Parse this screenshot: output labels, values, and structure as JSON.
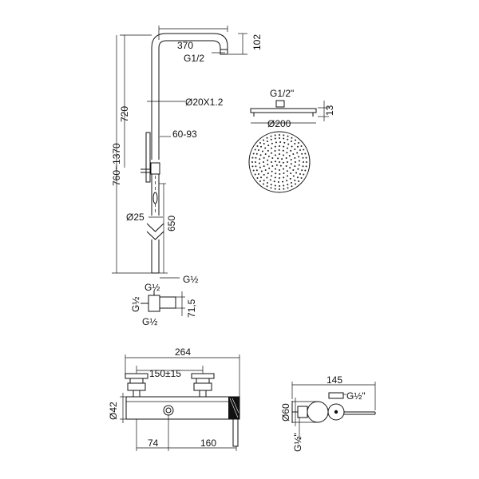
{
  "drawing": {
    "dimensions": {
      "arm_width": "370",
      "arm_drop": "102",
      "outlet_thread": "G1/2",
      "pipe_diameter": "Ø20X1.2",
      "pipe_upper_length": "720",
      "bracket_range": "60-93",
      "total_height": "760~1370",
      "lower_pipe_diameter": "Ø25",
      "lower_pipe_length": "650",
      "base_thread": "G½",
      "head_thread": "G1/2\"",
      "head_thickness": "13",
      "head_diameter": "Ø200",
      "diverter_top": "G½",
      "diverter_left": "G½",
      "diverter_bottom": "G½",
      "diverter_height": "71,5",
      "mixer_width": "264",
      "mixer_centers": "150±15",
      "mixer_diameter": "Ø42",
      "mixer_left_offset": "74",
      "mixer_right_offset": "160",
      "side_depth": "145",
      "side_diameter": "Ø60",
      "side_thread_bottom": "G½\"",
      "side_thread_right": "G½\""
    }
  }
}
